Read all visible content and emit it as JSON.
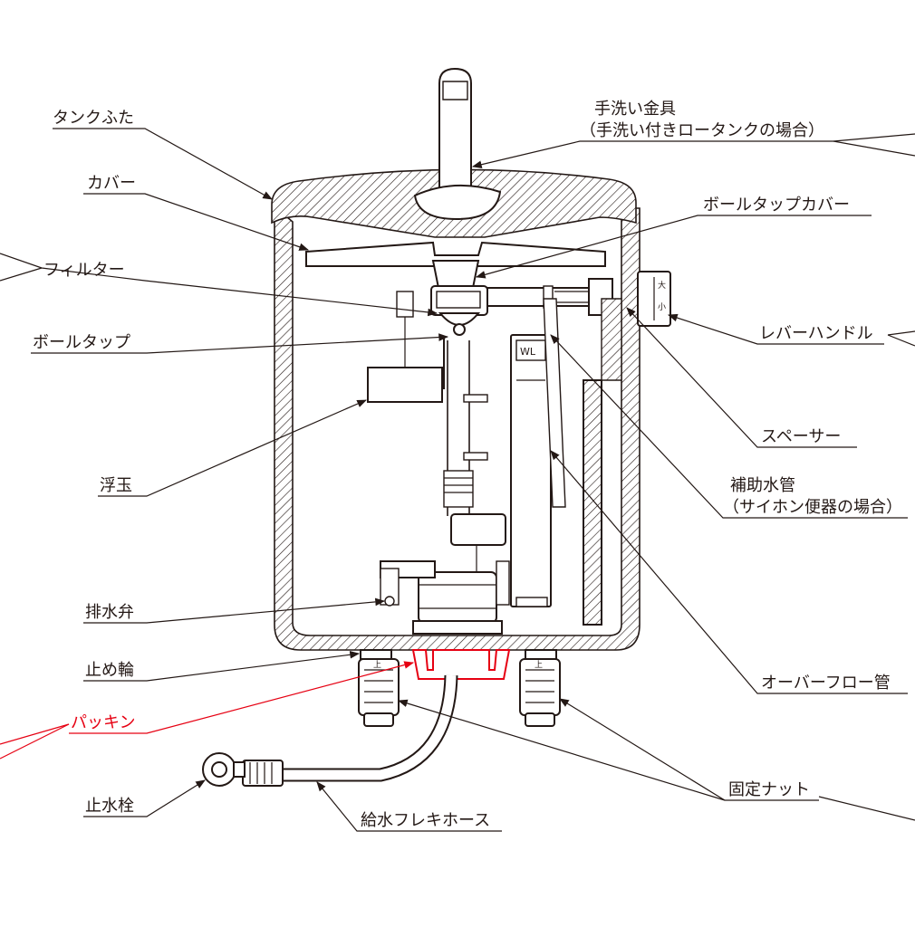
{
  "labels": {
    "tank_lid": "タンクふた",
    "cover": "カバー",
    "filter": "フィルター",
    "ball_tap": "ボールタップ",
    "float": "浮玉",
    "drain_valve": "排水弁",
    "stop_ring": "止め輪",
    "packing": "パッキン",
    "stop_valve": "止水栓",
    "supply_hose": "給水フレキホース",
    "fixing_nut": "固定ナット",
    "overflow_pipe": "オーバーフロー管",
    "aux_pipe_line1": "補助水管",
    "aux_pipe_line2": "（サイホン便器の場合）",
    "spacer": "スペーサー",
    "lever_handle": "レバーハンドル",
    "ball_tap_cover": "ボールタップカバー",
    "faucet_line1": "手洗い金具",
    "faucet_line2": "（手洗い付きロータンクの場合）",
    "lever_mark_large": "大",
    "lever_mark_small": "小",
    "wl_mark": "WL",
    "nut_mark": "上"
  },
  "colors": {
    "line": "#231815",
    "accent_red": "#e60012",
    "background": "#ffffff"
  }
}
